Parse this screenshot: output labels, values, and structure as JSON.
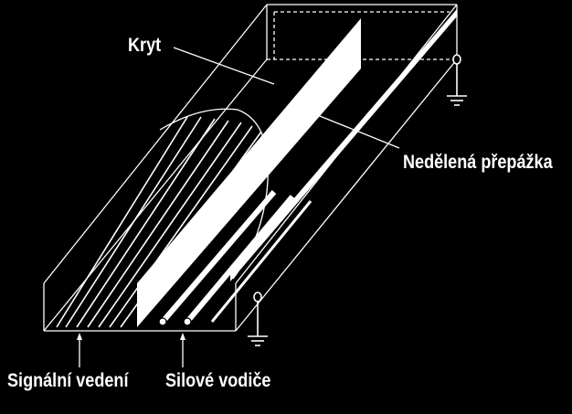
{
  "labels": {
    "cover": "Kryt",
    "partition": "Nedělená přepážka",
    "signal_lines": "Signální vedení",
    "power_conductors": "Silové vodiče"
  },
  "colors": {
    "background": "#000000",
    "lines": "#ffffff"
  },
  "icons": [
    "ground-symbol-icon",
    "ground-symbol-icon"
  ]
}
